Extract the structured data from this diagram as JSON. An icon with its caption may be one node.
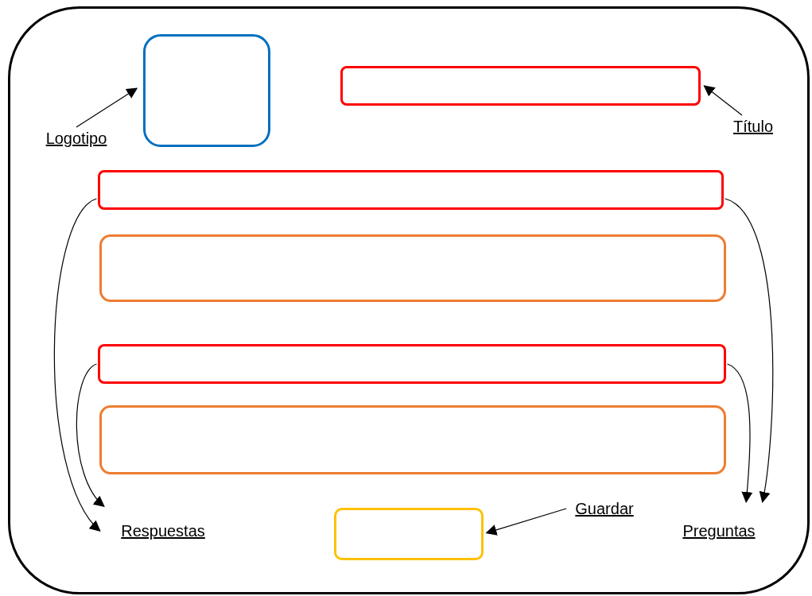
{
  "diagram": {
    "nodes": [
      {
        "text": [],
        "shape": "box"
      },
      {
        "text": [],
        "shape": "box",
        "in": 0
      },
      {
        "text": [
          "Logotipo"
        ],
        "in": 0
      },
      {
        "text": [],
        "shape": "box",
        "in": 0
      },
      {
        "text": [
          "Título"
        ],
        "in": 0
      },
      {
        "text": [],
        "shape": "box",
        "in": 0
      },
      {
        "text": [],
        "shape": "box",
        "in": 0
      },
      {
        "text": [],
        "shape": "box",
        "in": 0
      },
      {
        "text": [],
        "shape": "box",
        "in": 0
      },
      {
        "text": [],
        "shape": "box",
        "in": 0
      },
      {
        "text": [
          "Guardar"
        ],
        "in": 0
      },
      {
        "text": [
          "Respuestas"
        ],
        "in": 0
      },
      {
        "text": [
          "Preguntas"
        ],
        "in": 0
      }
    ],
    "edges": [
      {
        "from": 2,
        "to": 1,
        "arrow": "to"
      },
      {
        "from": 4,
        "to": 3,
        "arrow": "to"
      },
      {
        "from": 10,
        "to": 9,
        "arrow": "to"
      },
      {
        "from": 5,
        "to": 11,
        "arrow": "to"
      },
      {
        "from": 7,
        "to": 11,
        "arrow": "to"
      },
      {
        "from": 5,
        "to": 12,
        "arrow": "to"
      },
      {
        "from": 7,
        "to": 12,
        "arrow": "to"
      }
    ]
  }
}
